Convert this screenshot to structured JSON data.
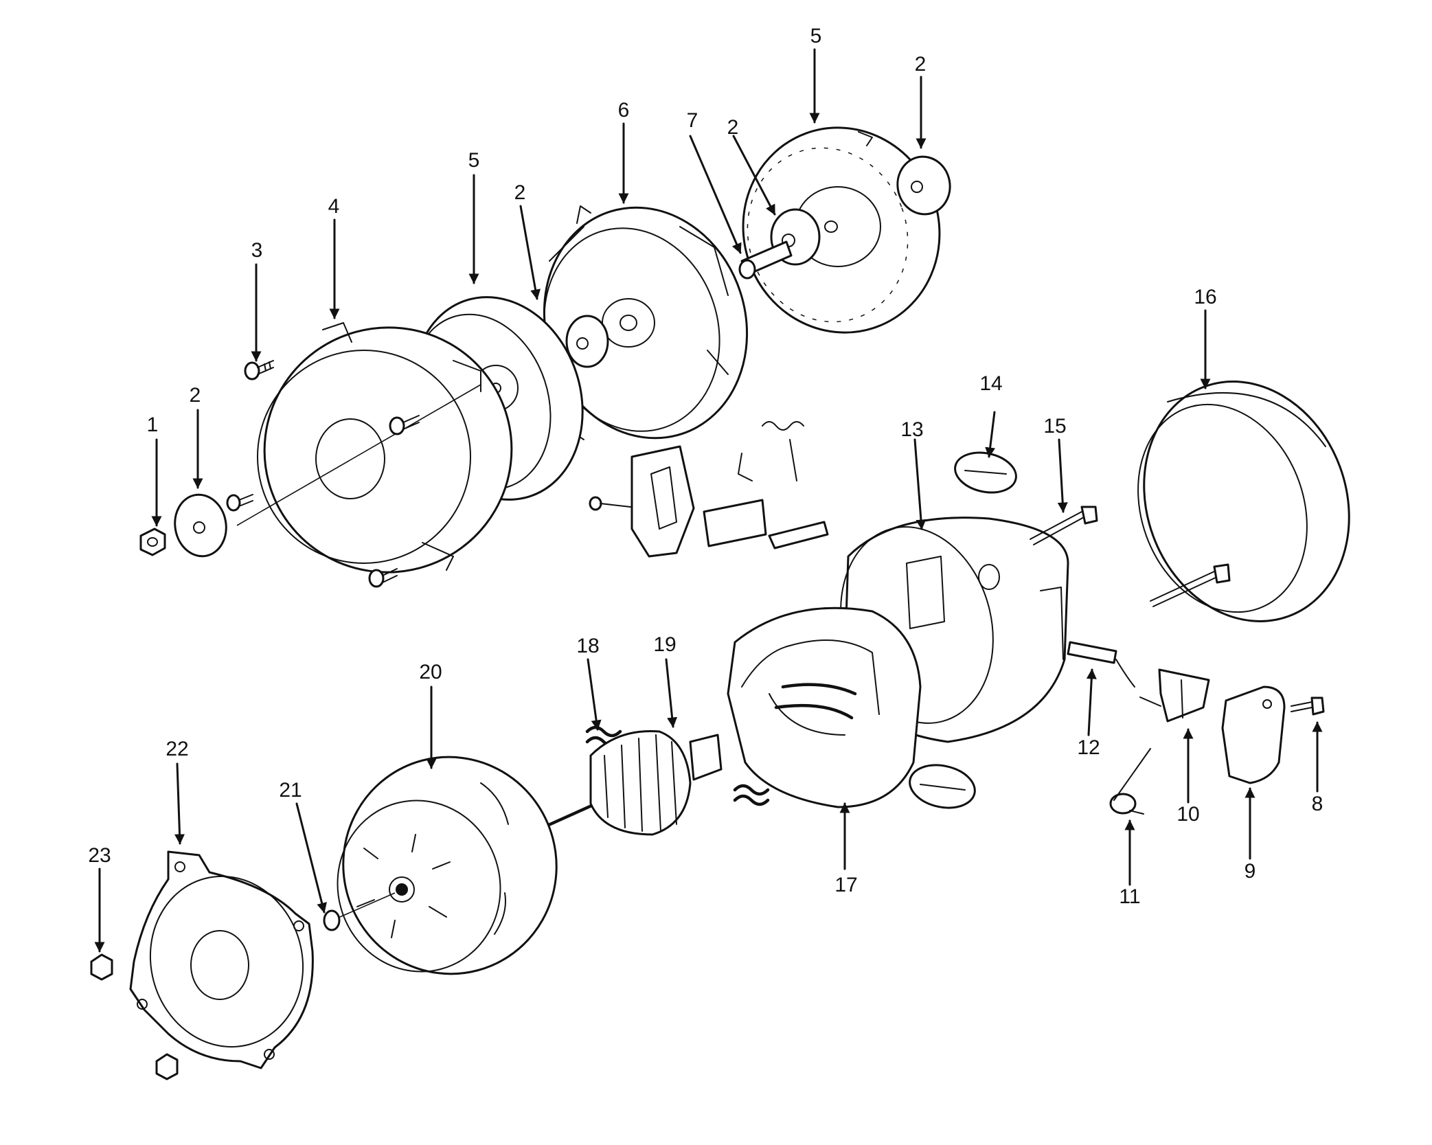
{
  "callouts": [
    "1",
    "2",
    "3",
    "4",
    "5",
    "6",
    "7",
    "8",
    "9",
    "10",
    "11",
    "12",
    "13",
    "14",
    "15",
    "16",
    "17",
    "18",
    "19",
    "20",
    "21",
    "22",
    "23"
  ],
  "callout_2_instances": [
    "2",
    "2",
    "2",
    "2"
  ],
  "callout_5_instances": [
    "5",
    "5"
  ],
  "parts": [
    {
      "callout": "1",
      "icon": "hex-nut-icon"
    },
    {
      "callout": "2",
      "icon": "washer-icon"
    },
    {
      "callout": "3",
      "icon": "screw-icon"
    },
    {
      "callout": "4",
      "icon": "end-housing-icon"
    },
    {
      "callout": "5",
      "icon": "disc-plate-icon"
    },
    {
      "callout": "6",
      "icon": "fan-housing-icon"
    },
    {
      "callout": "7",
      "icon": "sleeve-icon"
    },
    {
      "callout": "8",
      "icon": "screw-icon"
    },
    {
      "callout": "9",
      "icon": "brush-cover-icon"
    },
    {
      "callout": "10",
      "icon": "brush-holder-icon"
    },
    {
      "callout": "11",
      "icon": "torsion-spring-icon"
    },
    {
      "callout": "12",
      "icon": "carbon-brush-icon"
    },
    {
      "callout": "13",
      "icon": "frame-housing-icon"
    },
    {
      "callout": "14",
      "icon": "grommet-icon"
    },
    {
      "callout": "15",
      "icon": "through-bolt-icon"
    },
    {
      "callout": "16",
      "icon": "band-cover-icon"
    },
    {
      "callout": "17",
      "icon": "field-coil-icon"
    },
    {
      "callout": "18",
      "icon": "spring-icon"
    },
    {
      "callout": "19",
      "icon": "armature-icon"
    },
    {
      "callout": "20",
      "icon": "drive-end-housing-icon"
    },
    {
      "callout": "21",
      "icon": "o-ring-icon"
    },
    {
      "callout": "22",
      "icon": "mounting-flange-icon"
    },
    {
      "callout": "23",
      "icon": "nut-icon"
    }
  ],
  "colors": {
    "ink": "#111111",
    "paper": "#ffffff"
  }
}
